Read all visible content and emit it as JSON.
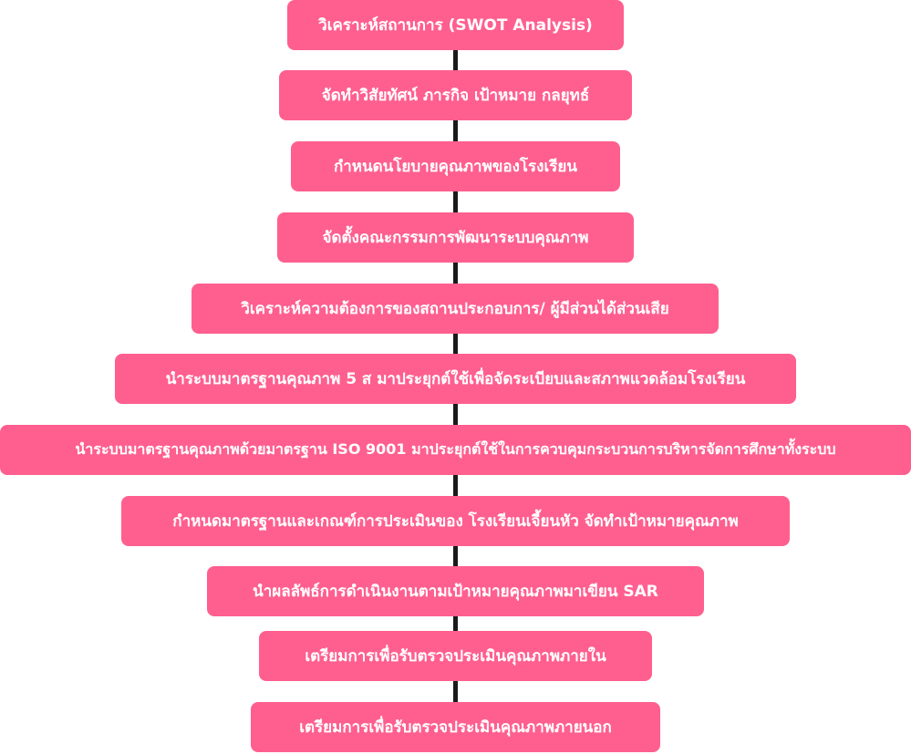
{
  "colors": {
    "box_fill": "#ff5f8f",
    "box_text": "#ffffff",
    "connector": "#1a1a1a"
  },
  "steps": [
    {
      "label": "วิเคราะห์สถานการ (SWOT Analysis)"
    },
    {
      "label": "จัดทำวิสัยทัศน์ ภารกิจ เป้าหมาย กลยุทธ์"
    },
    {
      "label": "กำหนดนโยบายคุณภาพของโรงเรียน"
    },
    {
      "label": "จัดตั้งคณะกรรมการพัฒนาระบบคุณภาพ"
    },
    {
      "label": "วิเคราะห์ความต้องการของสถานประกอบการ/ ผู้มีส่วนได้ส่วนเสีย"
    },
    {
      "label": "นำระบบมาตรฐานคุณภาพ 5 ส มาประยุกต์ใช้เพื่อจัดระเบียบและสภาพแวดล้อมโรงเรียน"
    },
    {
      "label": "นำระบบมาตรฐานคุณภาพด้วยมาตรฐาน ISO 9001 มาประยุกต์ใช้ในการควบคุมกระบวนการบริหารจัดการศึกษาทั้งระบบ"
    },
    {
      "label": "กำหนดมาตรฐานและเกณฑ์การประเมินของ โรงเรียนเจี้ยนหัว จัดทำเป้าหมายคุณภาพ"
    },
    {
      "label": "นำผลลัพธ์การดำเนินงานตามเป้าหมายคุณภาพมาเขียน SAR"
    },
    {
      "label": "เตรียมการเพื่อรับตรวจประเมินคุณภาพภายใน"
    },
    {
      "label": "เตรียมการเพื่อรับตรวจประเมินคุณภาพภายนอก"
    }
  ]
}
